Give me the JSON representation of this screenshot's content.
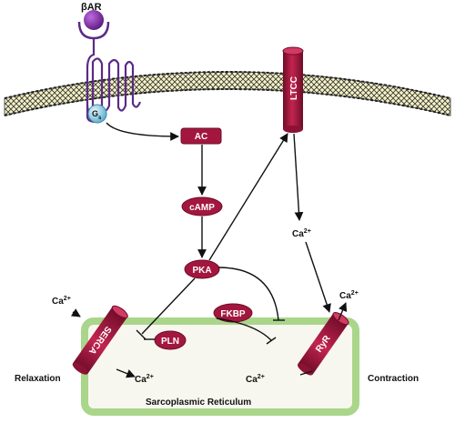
{
  "receptor": {
    "label": "βAR",
    "g_protein": "G",
    "g_protein_sub": "s"
  },
  "nodes": {
    "ac": "AC",
    "camp": "cAMP",
    "pka": "PKA",
    "pln": "PLN",
    "fkbp": "FKBP"
  },
  "channels": {
    "ltcc": "LTCC",
    "serca": "SERCA",
    "ryr": "RyR"
  },
  "ions": {
    "ca": "Ca",
    "charge": "2+"
  },
  "labels": {
    "relaxation": "Relaxation",
    "contraction": "Contraction",
    "sr": "Sarcoplasmic Reticulum"
  },
  "colors": {
    "node": "#a3173f",
    "node_dark": "#6e0c29",
    "receptor": "#5b2a86",
    "sr_fill": "#f7f7ef",
    "sr_border": "#a9d68a",
    "gs": "#7ec8e3"
  }
}
